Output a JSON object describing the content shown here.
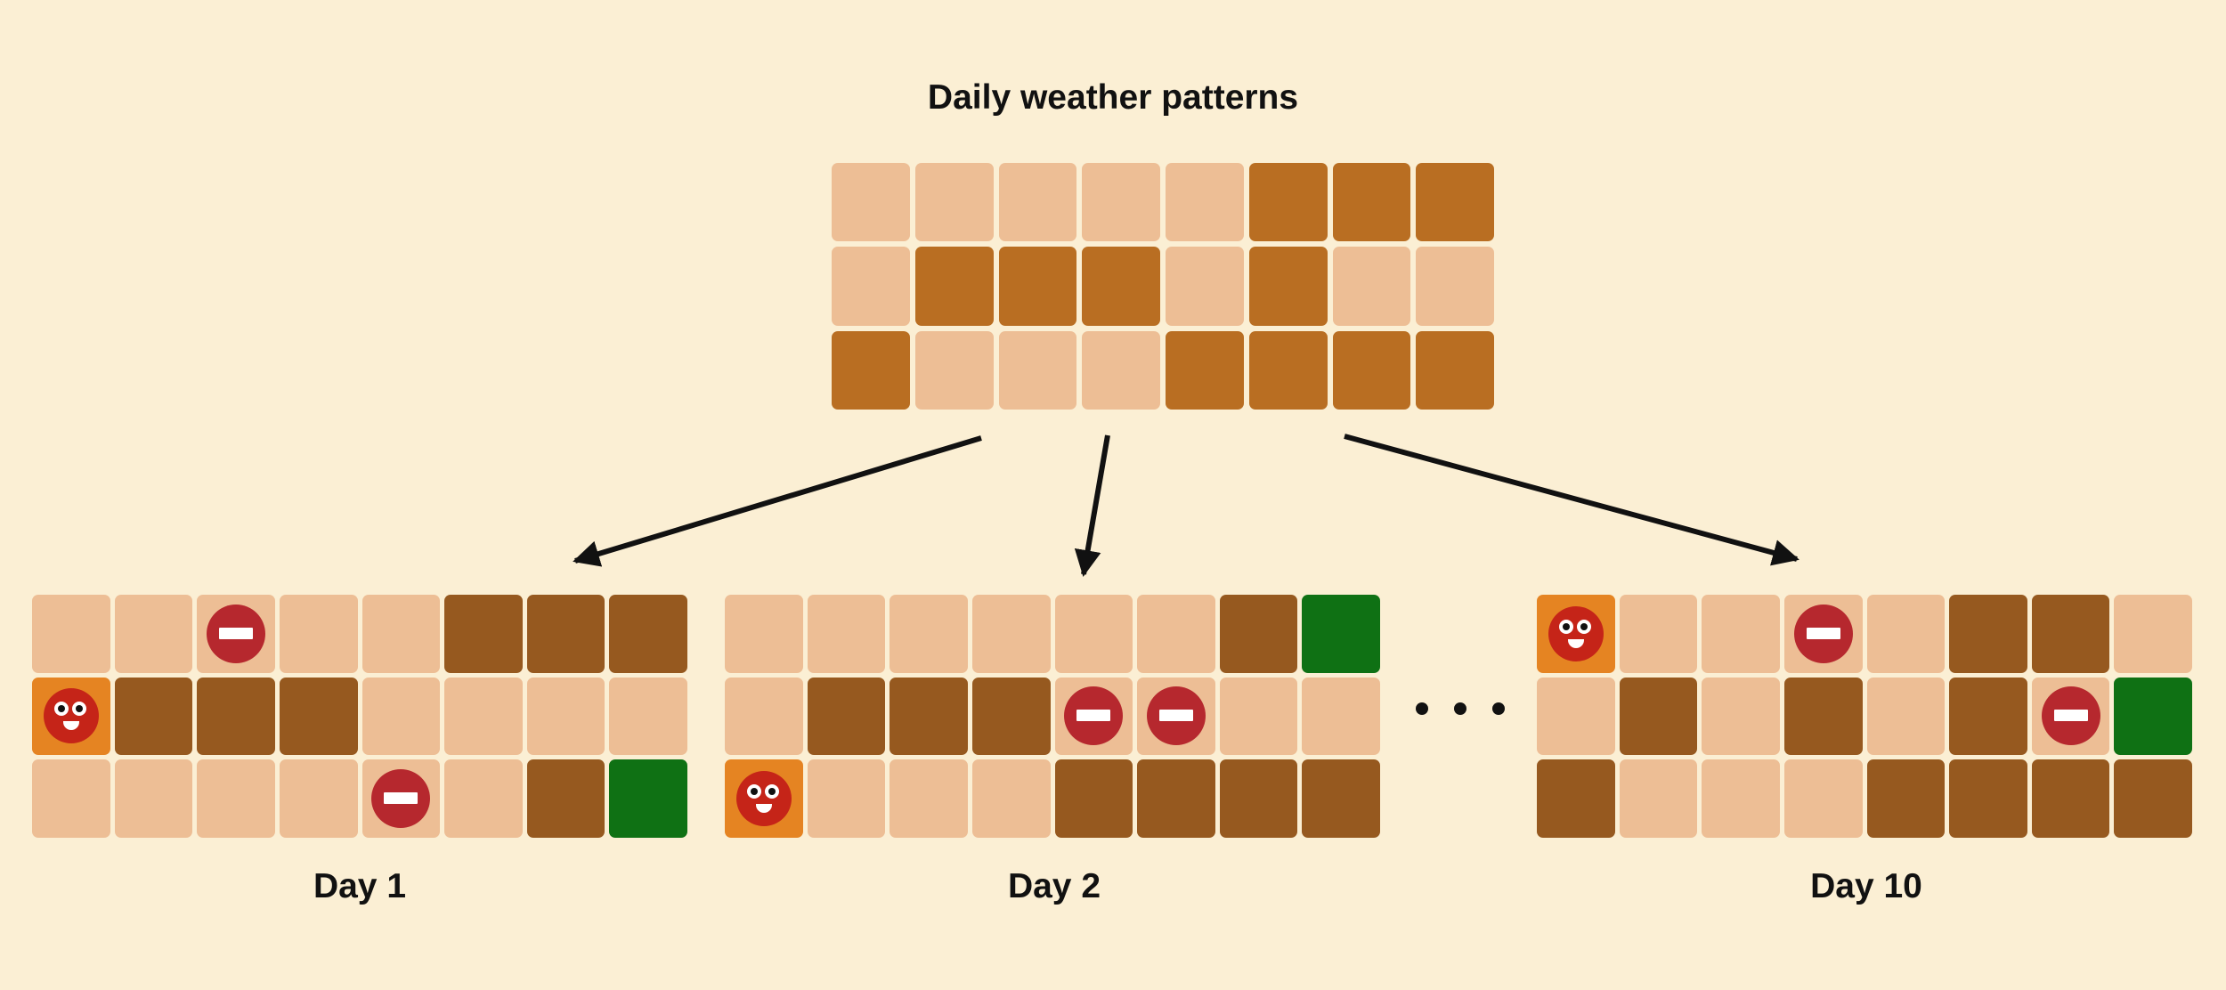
{
  "title": "Daily weather patterns",
  "pattern_grid": [
    [
      "light",
      "light",
      "light",
      "light",
      "light",
      "dark",
      "dark",
      "dark"
    ],
    [
      "light",
      "dark",
      "dark",
      "dark",
      "light",
      "dark",
      "light",
      "light"
    ],
    [
      "dark",
      "light",
      "light",
      "light",
      "dark",
      "dark",
      "dark",
      "dark"
    ]
  ],
  "days": [
    {
      "label": "Day 1",
      "grid": [
        [
          "light",
          "light",
          "stop",
          "light",
          "light",
          "dark",
          "dark",
          "dark"
        ],
        [
          "agent",
          "dark",
          "dark",
          "dark",
          "light",
          "light",
          "light",
          "light"
        ],
        [
          "light",
          "light",
          "light",
          "light",
          "stop",
          "light",
          "dark",
          "goal"
        ]
      ]
    },
    {
      "label": "Day 2",
      "grid": [
        [
          "light",
          "light",
          "light",
          "light",
          "light",
          "light",
          "dark",
          "goal"
        ],
        [
          "light",
          "dark",
          "dark",
          "dark",
          "stop",
          "stop",
          "light",
          "light"
        ],
        [
          "agent",
          "light",
          "light",
          "light",
          "dark",
          "dark",
          "dark",
          "dark"
        ]
      ]
    },
    {
      "label": "Day 10",
      "grid": [
        [
          "agent",
          "light",
          "light",
          "stop",
          "light",
          "dark",
          "dark",
          "light"
        ],
        [
          "light",
          "dark",
          "light",
          "dark",
          "light",
          "dark",
          "stop",
          "goal"
        ],
        [
          "dark",
          "light",
          "light",
          "light",
          "dark",
          "dark",
          "dark",
          "dark"
        ]
      ]
    }
  ],
  "icons": {
    "agent": "smiley-face-icon",
    "stop": "no-entry-icon",
    "ellipsis": "ellipsis-icon"
  },
  "colors": {
    "background": "#fbefd4",
    "pattern_light": "#edbe95",
    "pattern_dark": "#b96e22",
    "day_light": "#edbe95",
    "day_dark": "#96591f",
    "goal": "#0f7114",
    "agent_cell": "#e58422",
    "stop": "#b6282e"
  }
}
